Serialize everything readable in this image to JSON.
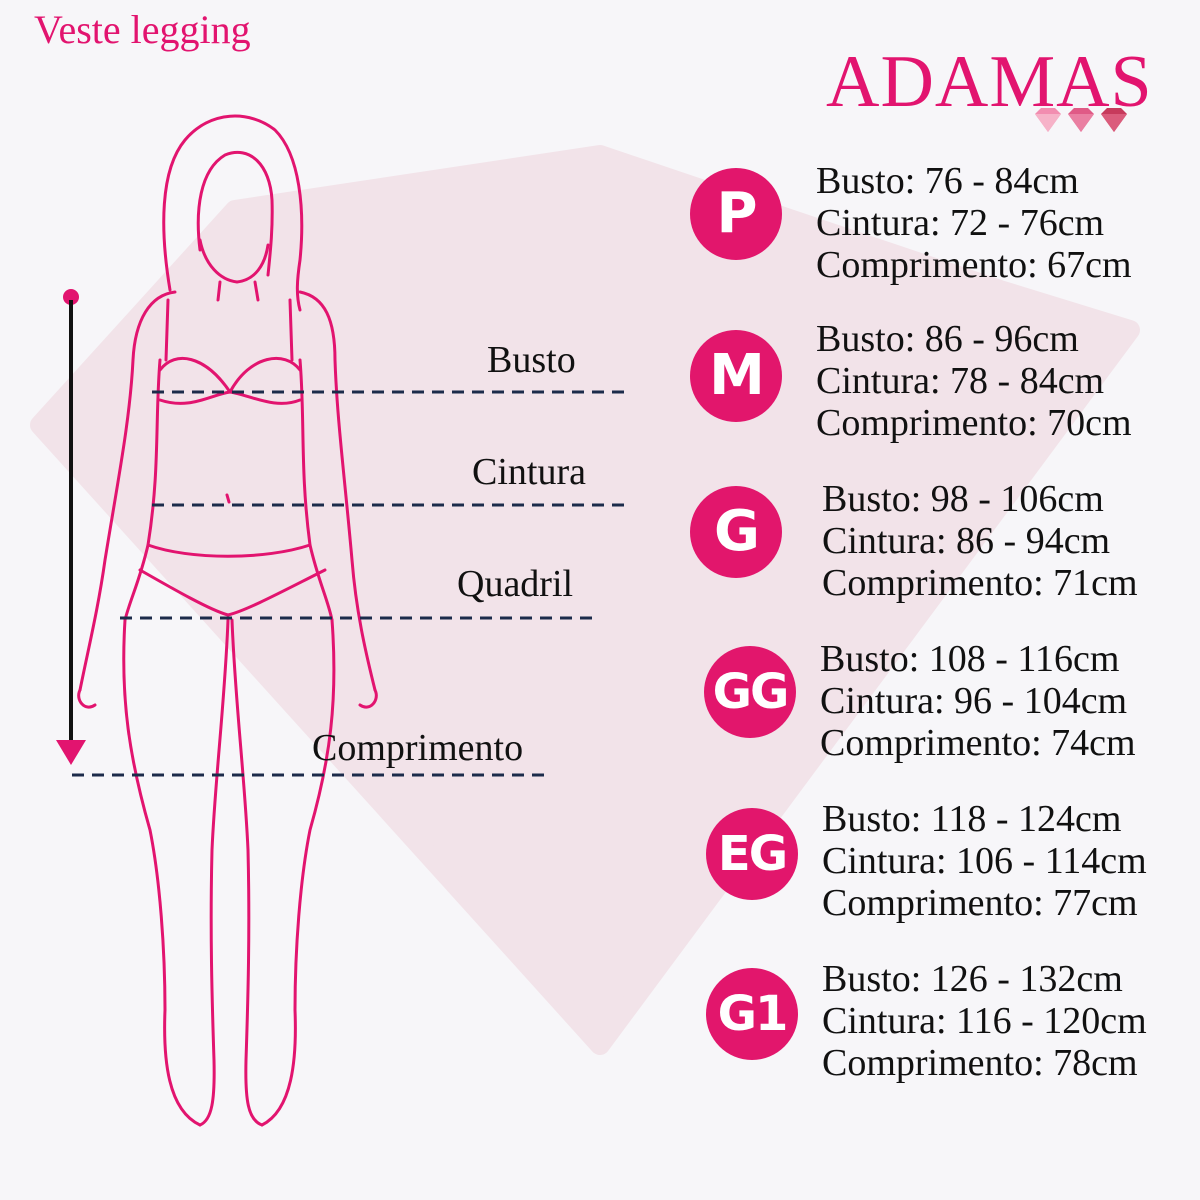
{
  "headline": "Veste legging",
  "brand": "ADAMAS",
  "gem_icon": "pink-diamond-icon",
  "measurements": {
    "busto": "Busto",
    "cintura": "Cintura",
    "quadril": "Quadril",
    "comprimento": "Comprimento"
  },
  "sizes": [
    {
      "code": "P",
      "busto": "Busto: 76 - 84cm",
      "cintura": "Cintura: 72 - 76cm",
      "comprimento": "Comprimento: 67cm"
    },
    {
      "code": "M",
      "busto": "Busto: 86 - 96cm",
      "cintura": "Cintura: 78 - 84cm",
      "comprimento": "Comprimento: 70cm"
    },
    {
      "code": "G",
      "busto": "Busto: 98 - 106cm",
      "cintura": "Cintura: 86 - 94cm",
      "comprimento": "Comprimento: 71cm"
    },
    {
      "code": "GG",
      "busto": "Busto: 108 - 116cm",
      "cintura": "Cintura: 96 - 104cm",
      "comprimento": "Comprimento: 74cm"
    },
    {
      "code": "EG",
      "busto": "Busto: 118 - 124cm",
      "cintura": "Cintura: 106 - 114cm",
      "comprimento": "Comprimento: 77cm"
    },
    {
      "code": "G1",
      "busto": "Busto: 126 - 132cm",
      "cintura": "Cintura: 116 - 120cm",
      "comprimento": "Comprimento: 78cm"
    }
  ],
  "colors": {
    "accent": "#e2146f",
    "text": "#111111",
    "guide": "#1c2b4a",
    "background": "#f7f6f9",
    "diamond": "#f2e3e9"
  }
}
